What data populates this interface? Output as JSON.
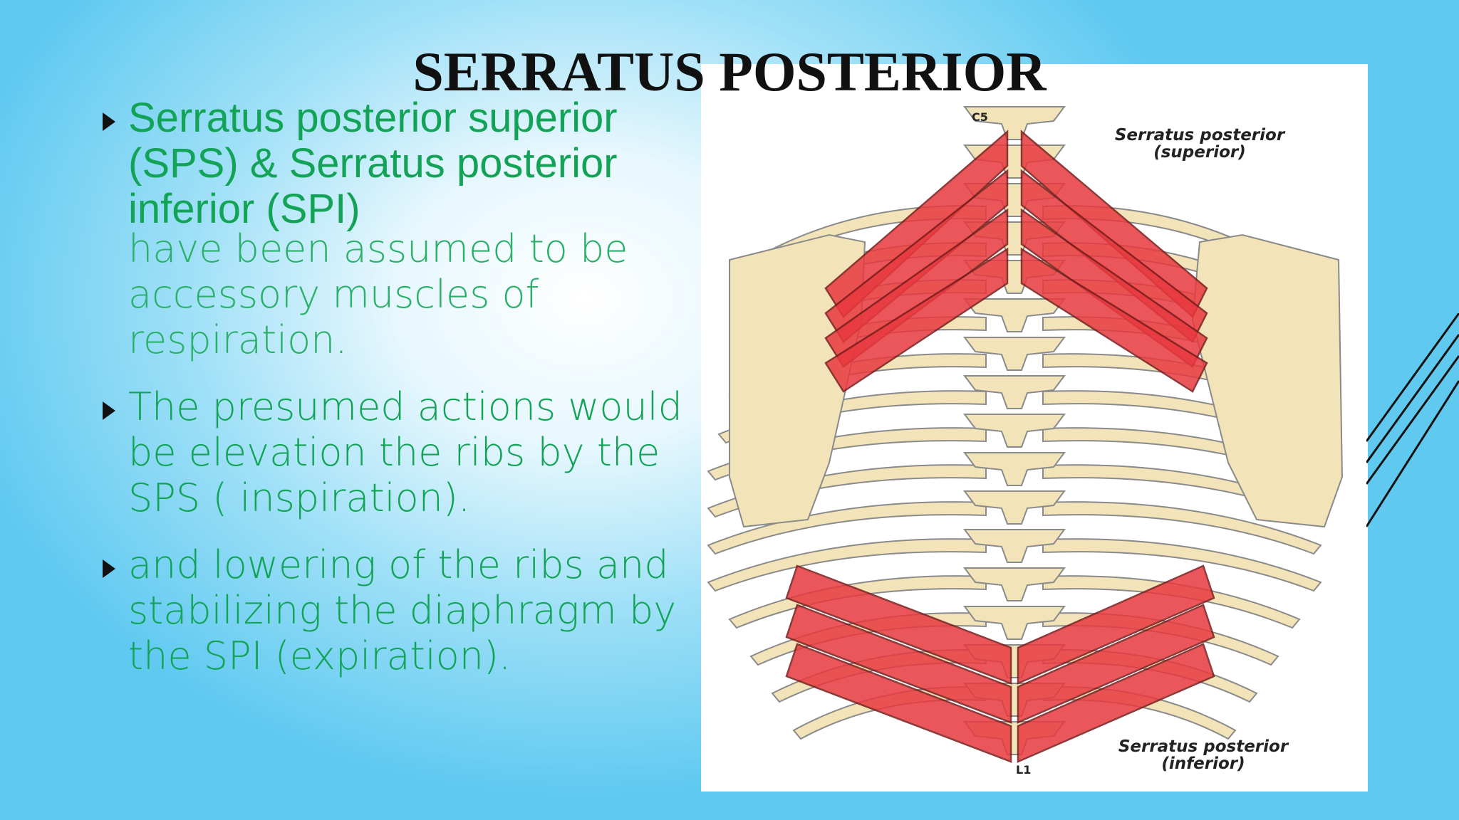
{
  "slide": {
    "title": "SERRATUS POSTERIOR",
    "bullets": [
      {
        "lead": "Serratus posterior superior (SPS) & Serratus posterior inferior (SPI)",
        "text": "have been assumed to be accessory muscles of respiration."
      },
      {
        "text": "The presumed actions would be elevation the ribs by the SPS ( inspiration)."
      },
      {
        "text": "and lowering of the ribs and stabilizing the diaphragm by the SPI (expiration)."
      }
    ]
  },
  "figure": {
    "label_superior_1": "Serratus posterior",
    "label_superior_2": "(superior)",
    "label_inferior_1": "Serratus posterior",
    "label_inferior_2": "(inferior)",
    "label_c5": "C5",
    "label_l1": "L1",
    "bone_color": "#f3e3b8",
    "muscle_color": "#e8393f"
  },
  "colors": {
    "text_green": "#13a356",
    "title": "#111111"
  }
}
